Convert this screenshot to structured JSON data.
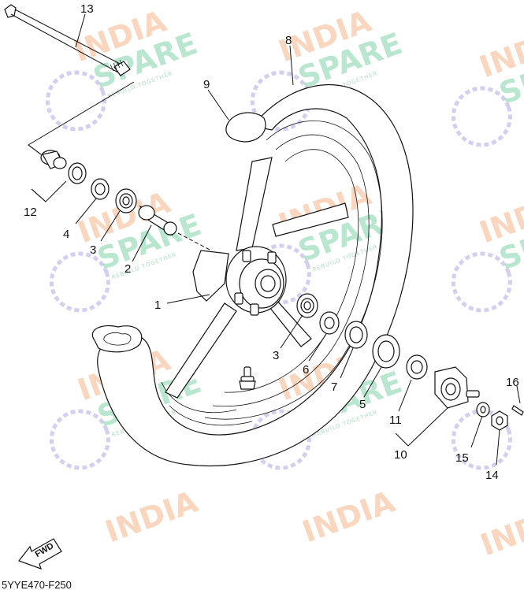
{
  "watermark": {
    "line1": "INDIA",
    "line2": "SPARE",
    "tagline": "REBUILD TOGETHER"
  },
  "diagram_code": "5YYE470-F250",
  "fwd_label": "FWD",
  "callouts": [
    "13",
    "8",
    "9",
    "12",
    "4",
    "3",
    "2",
    "1",
    "3",
    "6",
    "7",
    "5",
    "11",
    "10",
    "16",
    "15",
    "14"
  ],
  "colors": {
    "watermark_orange": "#f7c9a8",
    "watermark_green": "#a7e0c4",
    "watermark_icon": "#c9c3ec",
    "line": "#111111"
  }
}
